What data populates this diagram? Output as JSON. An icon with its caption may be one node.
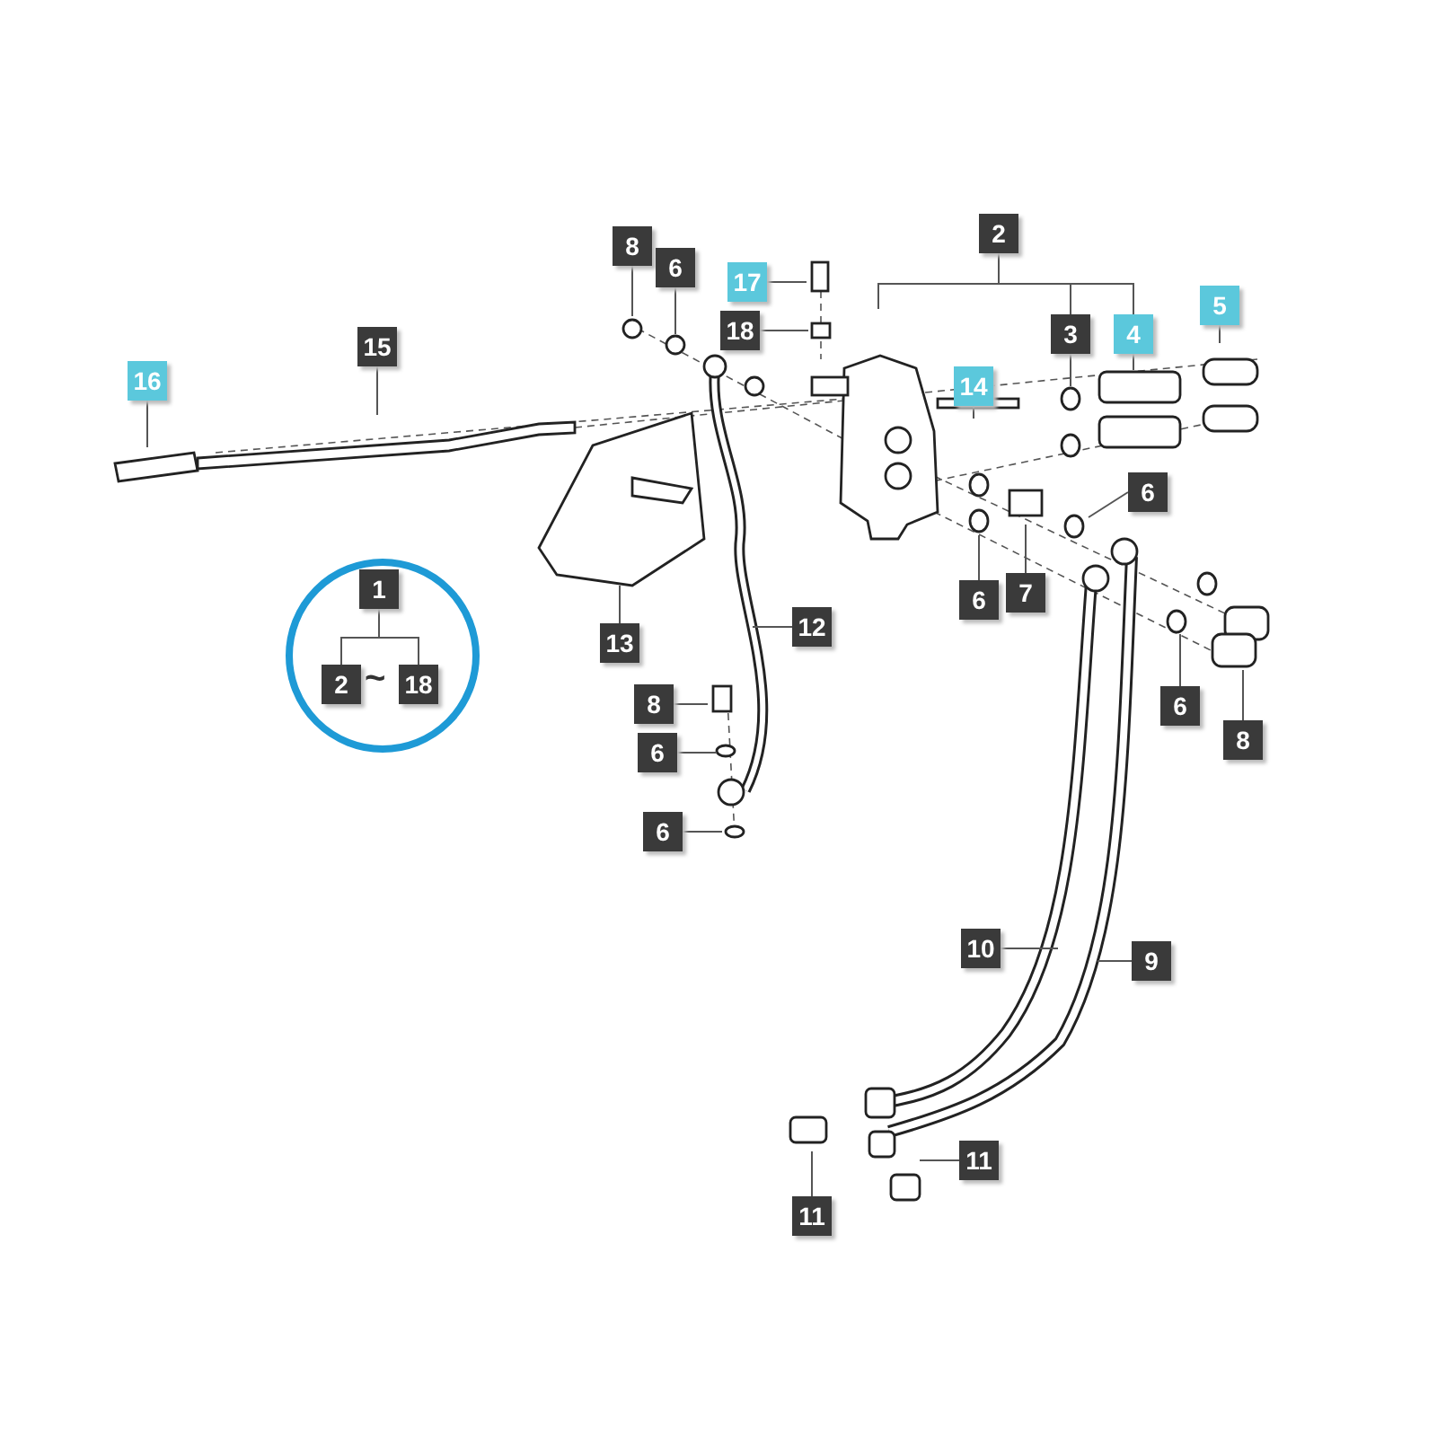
{
  "diagram": {
    "nodes": [
      {
        "text": [
          "2"
        ]
      },
      {
        "text": [
          "8"
        ]
      },
      {
        "text": [
          "6"
        ]
      },
      {
        "text": [
          "17"
        ]
      },
      {
        "text": [
          "18"
        ]
      },
      {
        "text": [
          "3"
        ]
      },
      {
        "text": [
          "4"
        ]
      },
      {
        "text": [
          "5"
        ]
      },
      {
        "text": [
          "15"
        ]
      },
      {
        "text": [
          "16"
        ]
      },
      {
        "text": [
          "14"
        ]
      },
      {
        "text": [
          "6"
        ]
      },
      {
        "text": [],
        "shape": "circle"
      },
      {
        "text": [
          "1"
        ],
        "in": 12
      },
      {
        "text": [
          "2"
        ],
        "in": 12
      },
      {
        "text": [
          "18"
        ],
        "in": 12
      },
      {
        "text": [
          "6"
        ]
      },
      {
        "text": [
          "7"
        ]
      },
      {
        "text": [
          "13"
        ]
      },
      {
        "text": [
          "12"
        ]
      },
      {
        "text": [
          "6"
        ]
      },
      {
        "text": [
          "8"
        ]
      },
      {
        "text": [
          "6"
        ]
      },
      {
        "text": [
          "8"
        ]
      },
      {
        "text": [
          "6"
        ]
      },
      {
        "text": [
          "10"
        ]
      },
      {
        "text": [
          "9"
        ]
      },
      {
        "text": [
          "11"
        ]
      },
      {
        "text": [
          "11"
        ]
      }
    ],
    "edges": [
      {
        "from": 0,
        "to": null,
        "arrow": "none"
      },
      {
        "from": 0,
        "to": 5,
        "arrow": "none"
      },
      {
        "from": 0,
        "to": 6,
        "arrow": "none"
      },
      {
        "from": 1,
        "to": null,
        "arrow": "none"
      },
      {
        "from": 2,
        "to": null,
        "arrow": "none"
      },
      {
        "from": 3,
        "to": null,
        "arrow": "none"
      },
      {
        "from": 4,
        "to": null,
        "arrow": "none"
      },
      {
        "from": 5,
        "to": null,
        "arrow": "none"
      },
      {
        "from": 6,
        "to": null,
        "arrow": "none"
      },
      {
        "from": 7,
        "to": null,
        "arrow": "none"
      },
      {
        "from": 8,
        "to": null,
        "arrow": "none"
      },
      {
        "from": 9,
        "to": null,
        "arrow": "none"
      },
      {
        "from": 10,
        "to": null,
        "arrow": "none"
      },
      {
        "from": 11,
        "to": null,
        "arrow": "none"
      },
      {
        "from": 13,
        "to": 14,
        "arrow": "none"
      },
      {
        "from": 13,
        "to": 15,
        "arrow": "none"
      },
      {
        "from": 16,
        "to": null,
        "arrow": "none"
      },
      {
        "from": 17,
        "to": null,
        "arrow": "none"
      },
      {
        "from": 18,
        "to": null,
        "arrow": "none"
      },
      {
        "from": 19,
        "to": null,
        "arrow": "none"
      },
      {
        "from": 20,
        "to": null,
        "arrow": "none"
      },
      {
        "from": 21,
        "to": null,
        "arrow": "none"
      },
      {
        "from": 22,
        "to": null,
        "arrow": "none"
      },
      {
        "from": 23,
        "to": null,
        "arrow": "none"
      },
      {
        "from": 24,
        "to": null,
        "arrow": "none"
      },
      {
        "from": 25,
        "to": null,
        "arrow": "none"
      },
      {
        "from": 26,
        "to": null,
        "arrow": "none"
      },
      {
        "from": 27,
        "to": null,
        "arrow": "none"
      },
      {
        "from": 28,
        "to": null,
        "arrow": "none"
      }
    ],
    "labels": [
      "~"
    ]
  }
}
